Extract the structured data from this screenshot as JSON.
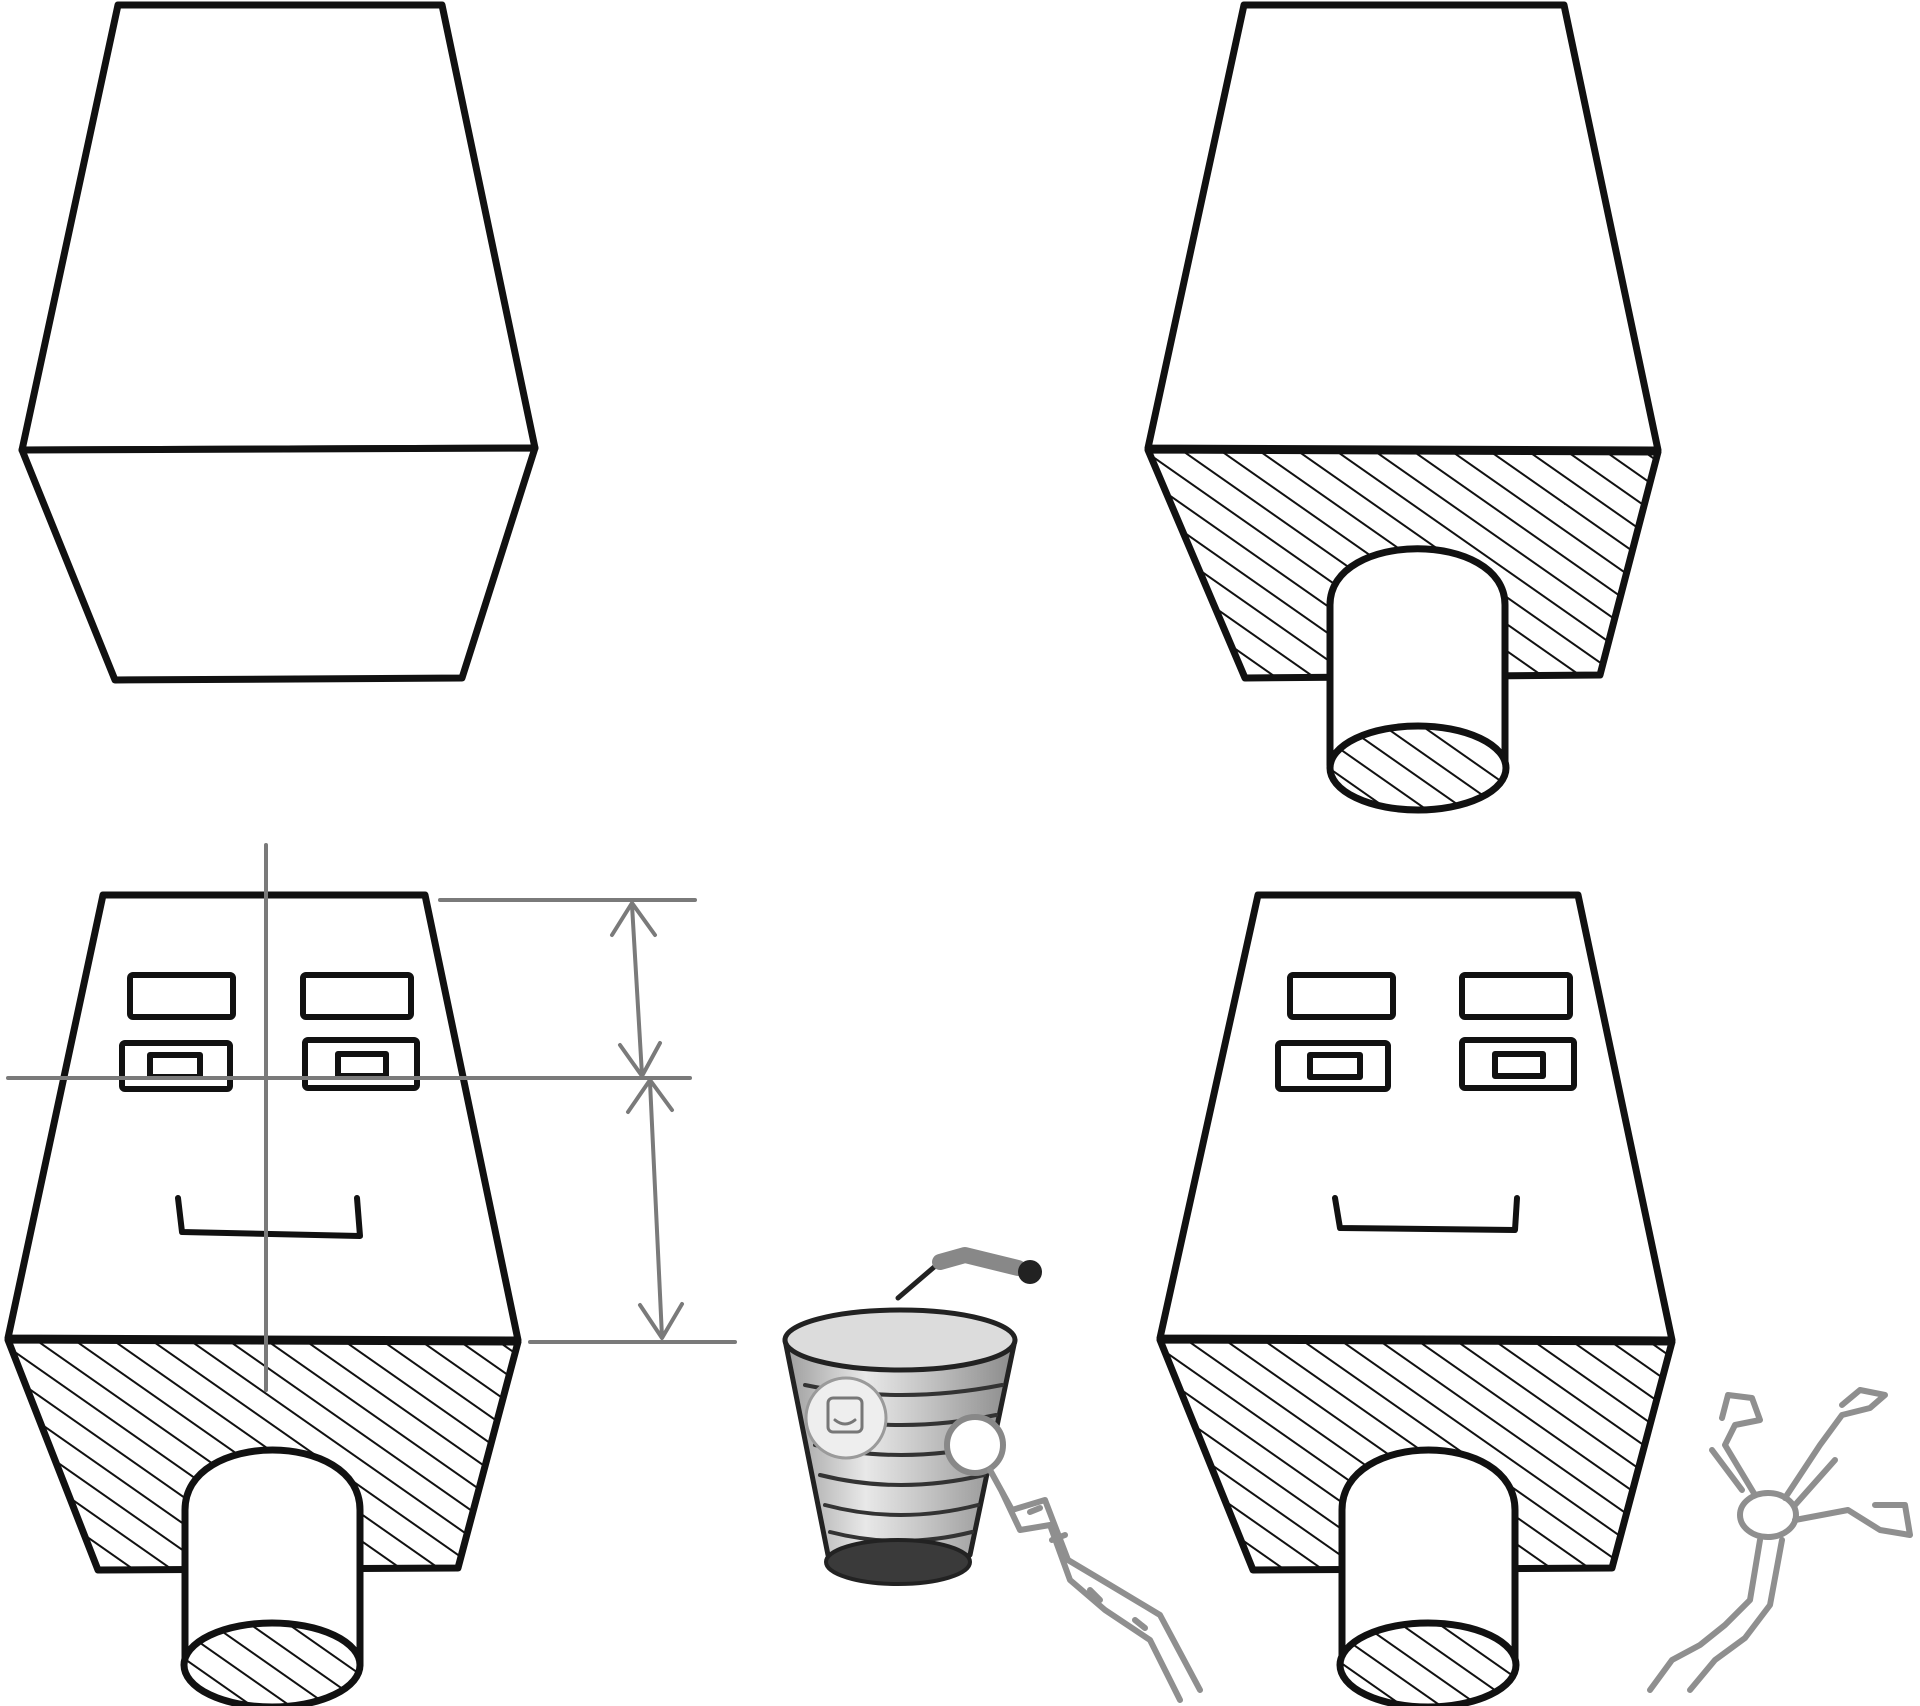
{
  "title": "",
  "colors": {
    "ink": "#111111",
    "guide": "#7a7a7a",
    "hatch": "#111111",
    "paper": "#ffffff",
    "cup_metal": "#bdbdbd",
    "cup_dark": "#3a3a3a",
    "robot_arm": "#9a9a9a"
  },
  "steps": [
    {
      "id": "step-1",
      "description_shown": false
    },
    {
      "id": "step-2",
      "description_shown": false
    },
    {
      "id": "step-3",
      "description_shown": false
    },
    {
      "id": "step-4",
      "description_shown": false
    }
  ],
  "icons": {
    "cup": "metal-cup-with-straw-icon",
    "arm": "robot-arm-icon",
    "claw": "robot-claw-icon"
  }
}
